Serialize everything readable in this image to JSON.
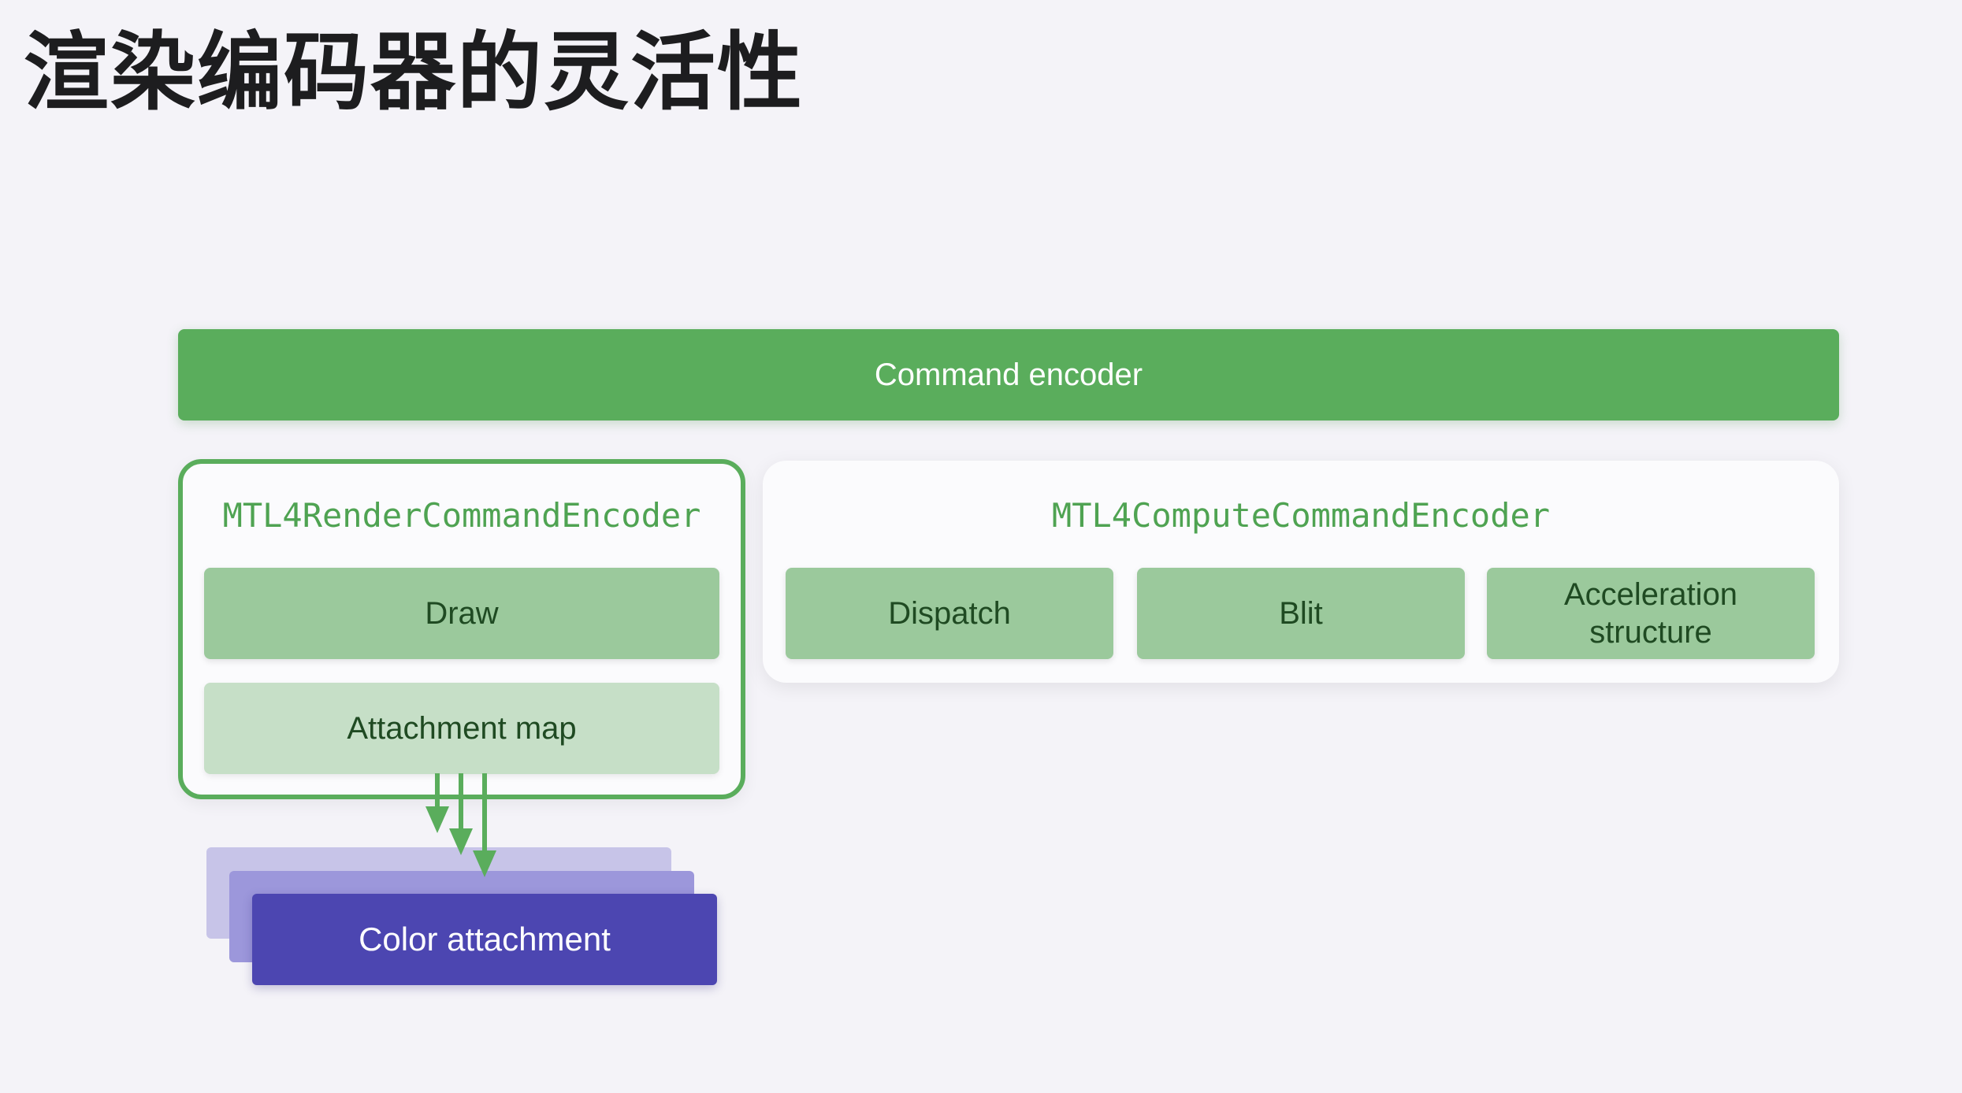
{
  "title": "渲染编码器的灵活性",
  "command_encoder": {
    "label": "Command encoder"
  },
  "render_encoder": {
    "name": "MTL4RenderCommandEncoder",
    "operations": [
      "Draw",
      "Attachment map"
    ]
  },
  "compute_encoder": {
    "name": "MTL4ComputeCommandEncoder",
    "operations": [
      "Dispatch",
      "Blit",
      "Acceleration structure"
    ]
  },
  "color_attachment": {
    "label": "Color attachment"
  },
  "colors": {
    "green": "#5aad5c",
    "op_dark": "#9bc99c",
    "op_light": "#c6dfc7",
    "attachment_purple": "#4c46b1"
  }
}
